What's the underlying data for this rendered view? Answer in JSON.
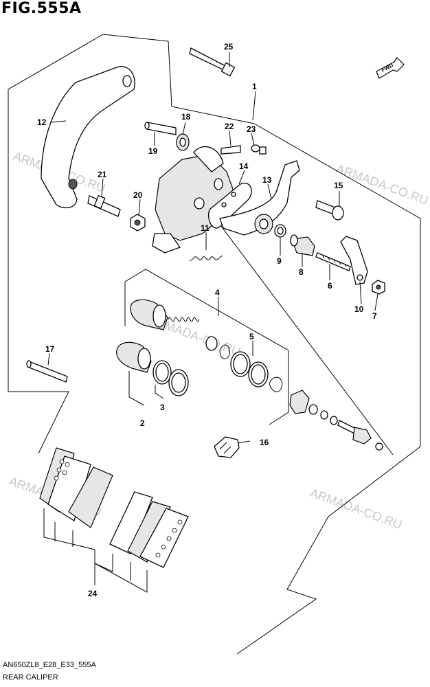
{
  "figure_title": "FIG.555A",
  "diagram_code": "AN650ZL8_E28_E33_555A",
  "caption": "REAR CALIPER",
  "fwd_label": "FWD",
  "watermark": "ARMADA-CO.RU",
  "callouts": [
    "1",
    "2",
    "3",
    "4",
    "5",
    "6",
    "7",
    "8",
    "9",
    "10",
    "11",
    "12",
    "13",
    "14",
    "15",
    "16",
    "17",
    "18",
    "19",
    "20",
    "21",
    "22",
    "23",
    "24",
    "25"
  ]
}
